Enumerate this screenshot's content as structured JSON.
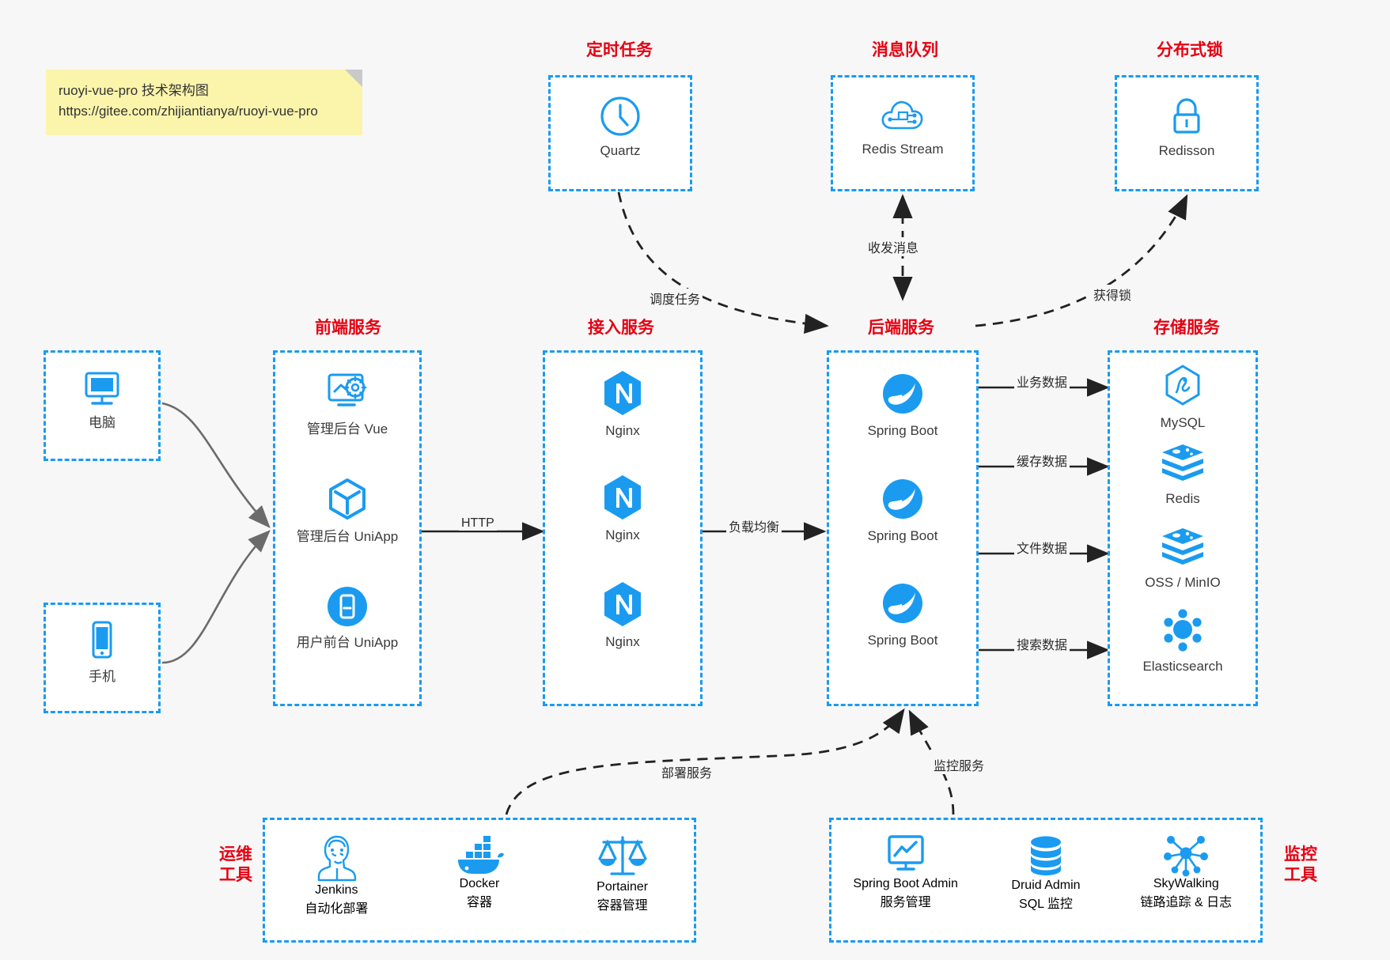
{
  "note": {
    "line1": "ruoyi-vue-pro 技术架构图",
    "line2": "https://gitee.com/zhijiantianya/ruoyi-vue-pro"
  },
  "colors": {
    "accent": "#1a9bf0",
    "title": "#e60012",
    "background": "#f7f7f7",
    "note": "#fbf4ab",
    "arrow": "#333333",
    "client_arrow": "#6b6b6b"
  },
  "groups": {
    "scheduled_task": {
      "title": "定时任务",
      "nodes": [
        {
          "icon": "clock-icon",
          "label": "Quartz"
        }
      ]
    },
    "message_queue": {
      "title": "消息队列",
      "nodes": [
        {
          "icon": "cloud-network-icon",
          "label": "Redis Stream"
        }
      ]
    },
    "distributed_lock": {
      "title": "分布式锁",
      "nodes": [
        {
          "icon": "lock-icon",
          "label": "Redisson"
        }
      ]
    },
    "clients": {
      "nodes": [
        {
          "icon": "desktop-icon",
          "label": "电脑"
        },
        {
          "icon": "mobile-icon",
          "label": "手机"
        }
      ]
    },
    "frontend": {
      "title": "前端服务",
      "nodes": [
        {
          "icon": "dashboard-gear-icon",
          "label": "管理后台 Vue"
        },
        {
          "icon": "cube-icon",
          "label": "管理后台 UniApp"
        },
        {
          "icon": "app-circle-icon",
          "label": "用户前台 UniApp"
        }
      ]
    },
    "gateway": {
      "title": "接入服务",
      "nodes": [
        {
          "icon": "nginx-icon",
          "label": "Nginx"
        },
        {
          "icon": "nginx-icon",
          "label": "Nginx"
        },
        {
          "icon": "nginx-icon",
          "label": "Nginx"
        }
      ]
    },
    "backend": {
      "title": "后端服务",
      "nodes": [
        {
          "icon": "spring-boot-icon",
          "label": "Spring Boot"
        },
        {
          "icon": "spring-boot-icon",
          "label": "Spring Boot"
        },
        {
          "icon": "spring-boot-icon",
          "label": "Spring Boot"
        }
      ]
    },
    "storage": {
      "title": "存储服务",
      "nodes": [
        {
          "icon": "mysql-icon",
          "label": "MySQL"
        },
        {
          "icon": "redis-icon",
          "label": "Redis"
        },
        {
          "icon": "redis-icon",
          "label": "OSS / MinIO"
        },
        {
          "icon": "elasticsearch-icon",
          "label": "Elasticsearch"
        }
      ]
    },
    "devops": {
      "title_line1": "运维",
      "title_line2": "工具",
      "nodes": [
        {
          "icon": "jenkins-icon",
          "label": "Jenkins",
          "sublabel": "自动化部署"
        },
        {
          "icon": "docker-icon",
          "label": "Docker",
          "sublabel": "容器"
        },
        {
          "icon": "scales-icon",
          "label": "Portainer",
          "sublabel": "容器管理"
        }
      ]
    },
    "monitoring": {
      "title_line1": "监控",
      "title_line2": "工具",
      "nodes": [
        {
          "icon": "monitor-chart-icon",
          "label": "Spring Boot Admin",
          "sublabel": "服务管理"
        },
        {
          "icon": "database-icon",
          "label": "Druid Admin",
          "sublabel": "SQL 监控"
        },
        {
          "icon": "skywalking-icon",
          "label": "SkyWalking",
          "sublabel": "链路追踪 & 日志"
        }
      ]
    }
  },
  "edges": [
    {
      "id": "schedule",
      "label": "调度任务"
    },
    {
      "id": "mq",
      "label": "收发消息"
    },
    {
      "id": "lock",
      "label": "获得锁"
    },
    {
      "id": "http",
      "label": "HTTP"
    },
    {
      "id": "lb",
      "label": "负载均衡"
    },
    {
      "id": "biz",
      "label": "业务数据"
    },
    {
      "id": "cache",
      "label": "缓存数据"
    },
    {
      "id": "file",
      "label": "文件数据"
    },
    {
      "id": "search",
      "label": "搜索数据"
    },
    {
      "id": "deploy",
      "label": "部署服务"
    },
    {
      "id": "monitor",
      "label": "监控服务"
    }
  ]
}
